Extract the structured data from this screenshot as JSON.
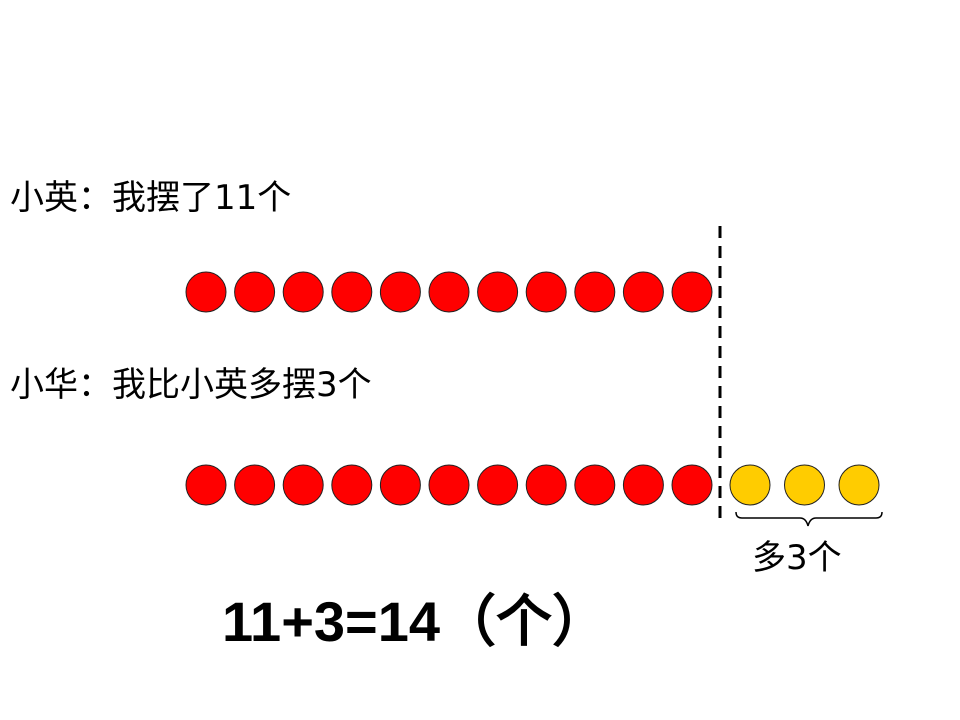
{
  "lines": {
    "xiaoying": "小英：我摆了11个",
    "xiaohua": "小华：我比小英多摆3个"
  },
  "rows": [
    {
      "red_count": 11,
      "yellow_count": 0
    },
    {
      "red_count": 11,
      "yellow_count": 3
    }
  ],
  "extra_label": "多3个",
  "equation": "11+3=14（个）",
  "colors": {
    "red": "#ff0000",
    "yellow": "#ffcc00",
    "divider": "#000000",
    "brace": "#000000"
  }
}
